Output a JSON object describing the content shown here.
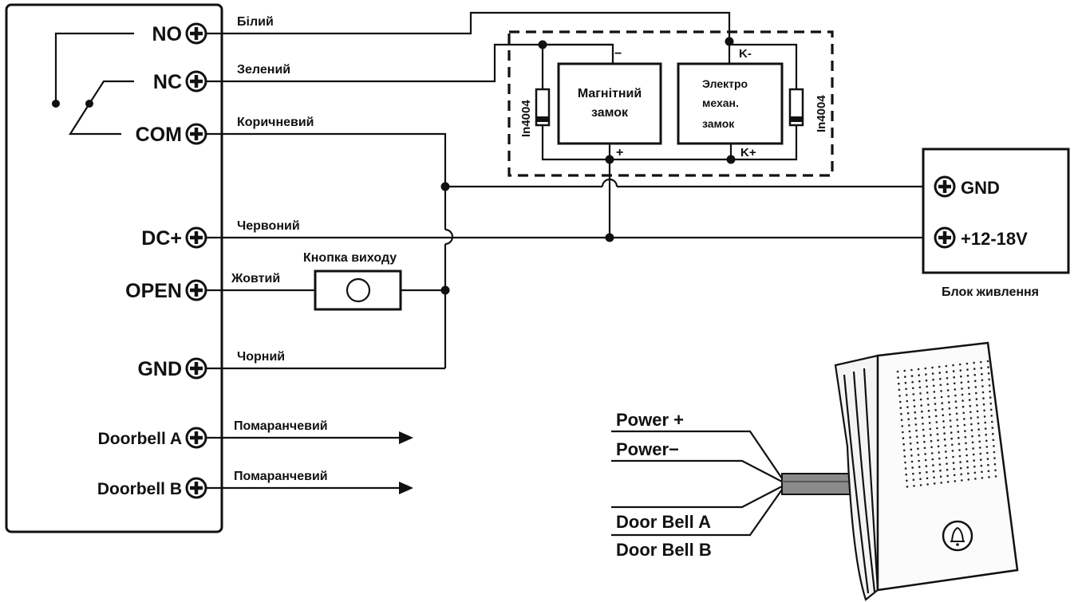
{
  "controller": {
    "terminals": [
      "NO",
      "NC",
      "COM",
      "DC+",
      "OPEN",
      "GND",
      "Doorbell A",
      "Doorbell B"
    ]
  },
  "wires": {
    "white": "Білий",
    "green": "Зелений",
    "brown": "Коричневий",
    "red": "Червоний",
    "yellow": "Жовтий",
    "black": "Чорний",
    "orange_a": "Помаранчевий",
    "orange_b": "Помаранчевий"
  },
  "exit_button": {
    "label": "Кнопка виходу"
  },
  "locks": {
    "magnetic": {
      "line1": "Магнітний",
      "line2": "замок"
    },
    "electromech": {
      "line1": "Электро",
      "line2": "механ.",
      "line3": "замок"
    },
    "diode_left": "In4004",
    "diode_right": "In4004",
    "minus": "−",
    "plus": "+",
    "k_minus": "K-",
    "k_plus": "K+"
  },
  "power_supply": {
    "gnd": "GND",
    "vplus": "+12-18V",
    "caption": "Блок живлення"
  },
  "doorbell": {
    "power_plus": "Power +",
    "power_minus": "Power−",
    "bell_a": "Door Bell  A",
    "bell_b": "Door Bell  B"
  },
  "icons": [
    "terminal-screw-icon",
    "arrow-right-icon",
    "bell-icon",
    "diode-icon"
  ],
  "colors": {
    "ink": "#111111",
    "background": "#ffffff",
    "bell_body": "#f4f4f4"
  }
}
